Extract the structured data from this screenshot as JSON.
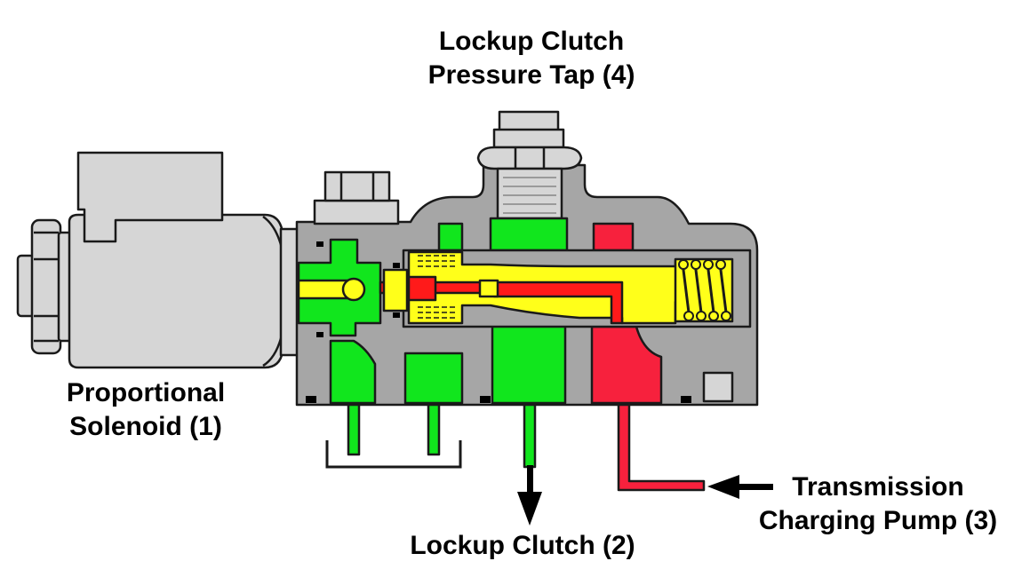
{
  "labels": {
    "pressure_tap": {
      "line1": "Lockup Clutch",
      "line2": "Pressure Tap (4)"
    },
    "solenoid": {
      "line1": "Proportional",
      "line2": "Solenoid (1)"
    },
    "lockup_clutch": {
      "line1": "Lockup Clutch (2)"
    },
    "charging_pump": {
      "line1": "Transmission",
      "line2": "Charging Pump (3)"
    }
  },
  "colors": {
    "body_gray": "#a6a6a6",
    "solenoid_gray": "#d6d6d6",
    "oil_green": "#11e61d",
    "spool_yellow": "#ffff1a",
    "pump_red": "#f7213d",
    "pilot_red": "#ff1a1a",
    "outline": "#1a1a1a"
  }
}
